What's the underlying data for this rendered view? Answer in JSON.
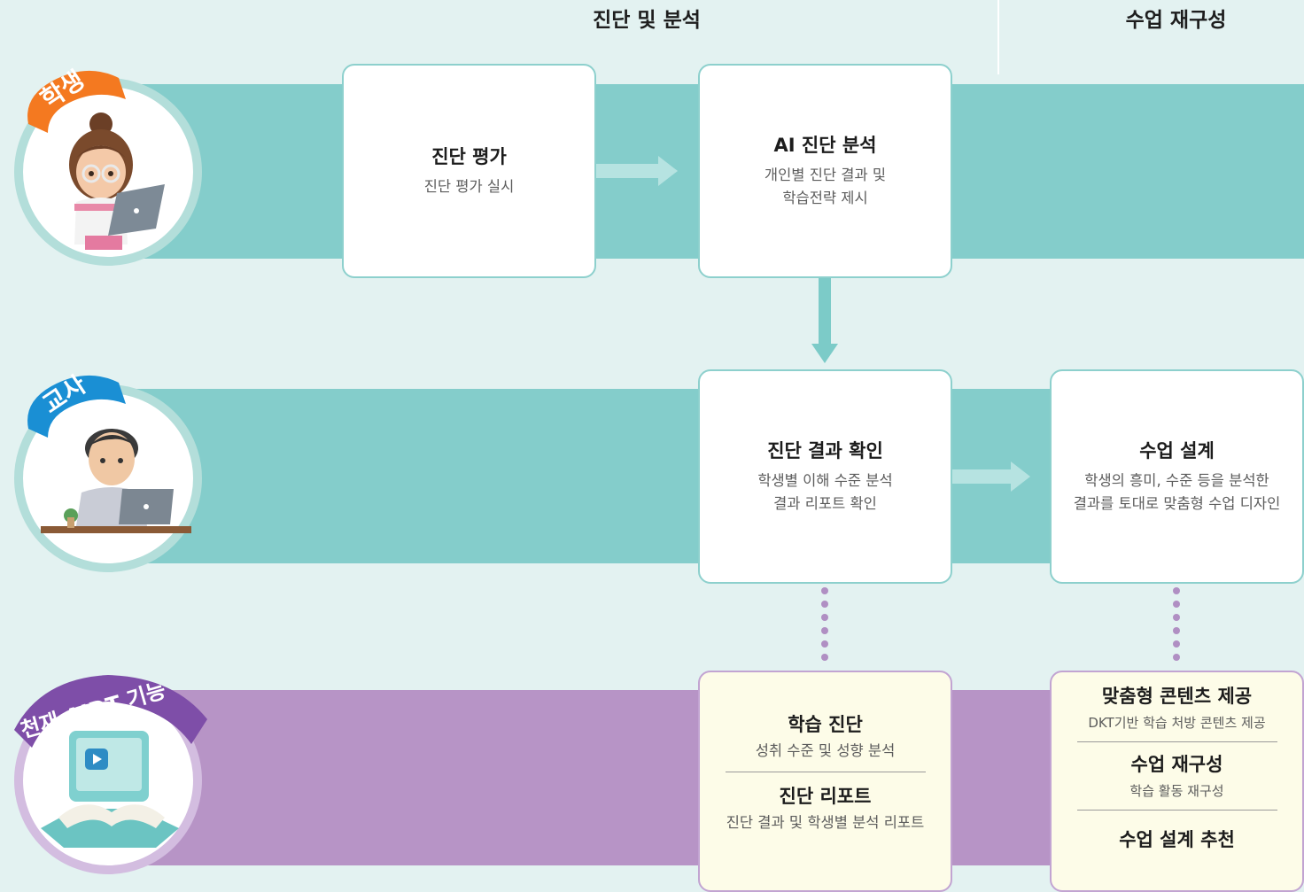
{
  "headers": {
    "diagnosis_analysis": "진단 및 분석",
    "lesson_reconstruction": "수업 재구성"
  },
  "roles": {
    "student": "학생",
    "teacher": "교사",
    "aidt": "천재 AIDT 기능"
  },
  "cards": {
    "diag_eval": {
      "title": "진단 평가",
      "desc": "진단 평가 실시"
    },
    "ai_analysis": {
      "title": "AI 진단 분석",
      "desc_line1": "개인별 진단 결과 및",
      "desc_line2": "학습전략 제시"
    },
    "result_check": {
      "title": "진단 결과 확인",
      "desc_line1": "학생별 이해 수준 분석",
      "desc_line2": "결과 리포트 확인"
    },
    "lesson_design": {
      "title": "수업 설계",
      "desc_line1": "학생의 흥미, 수준 등을 분석한",
      "desc_line2": "결과를 토대로 맞춤형 수업 디자인"
    },
    "learning_diag": {
      "title1": "학습 진단",
      "desc1": "성취 수준 및 성향 분석",
      "title2": "진단 리포트",
      "desc2": "진단 결과 및 학생별 분석 리포트"
    },
    "custom_content": {
      "title1": "맞춤형 콘텐츠 제공",
      "desc1": "DKT기반 학습 처방 콘텐츠 제공",
      "title2": "수업 재구성",
      "desc2": "학습 활동 재구성",
      "title3": "수업 설계 추천"
    }
  },
  "colors": {
    "teal_band": "#84cdcb",
    "purple_band": "#b794c6",
    "student_tag": "#f47920",
    "teacher_tag": "#1a8fd4",
    "aidt_tag": "#7e4ea8"
  }
}
